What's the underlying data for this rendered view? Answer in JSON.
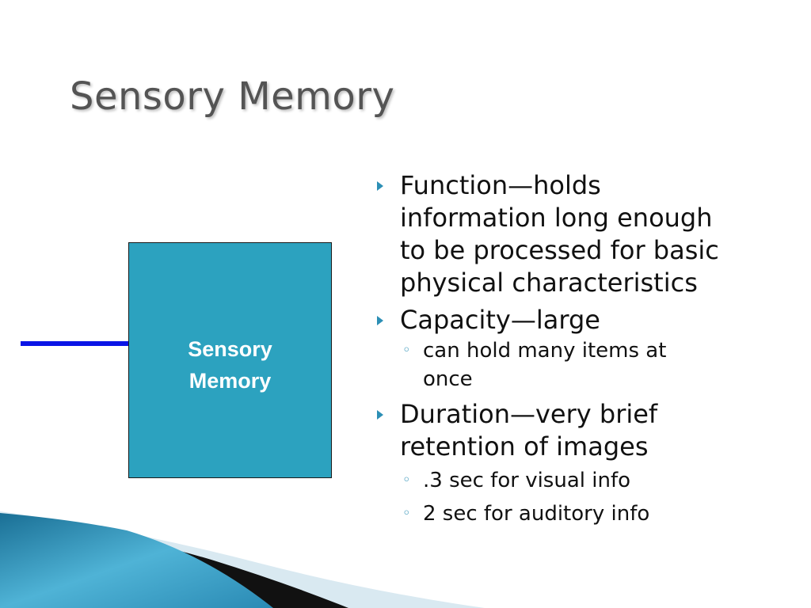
{
  "slide": {
    "title": "Sensory Memory"
  },
  "diagram": {
    "box_label_line1": "Sensory",
    "box_label_line2": "Memory",
    "box_color": "#2ca2bf",
    "arrow_color": "#0a14e6"
  },
  "bullets": [
    {
      "text": "Function—holds information long enough to be processed for basic physical characteristics",
      "lines": [
        "Function—holds",
        "information long enough",
        "to be processed for basic",
        "physical characteristics"
      ],
      "sub": []
    },
    {
      "text": "Capacity—large",
      "lines": [
        "Capacity—large"
      ],
      "sub": [
        {
          "lines": [
            "can hold many items at",
            "once"
          ]
        }
      ]
    },
    {
      "text": "Duration—very brief retention of images",
      "lines": [
        "Duration—very brief",
        "retention of images"
      ],
      "sub": [
        {
          "lines": [
            ".3 sec for visual info"
          ]
        },
        {
          "lines": [
            "2 sec for auditory info"
          ]
        }
      ]
    }
  ],
  "icons": {
    "bullet_level1": "triangle-right-icon",
    "bullet_level2": "hollow-circle-icon"
  },
  "theme": {
    "accent": "#2c8fb5",
    "title_color": "#545454"
  }
}
